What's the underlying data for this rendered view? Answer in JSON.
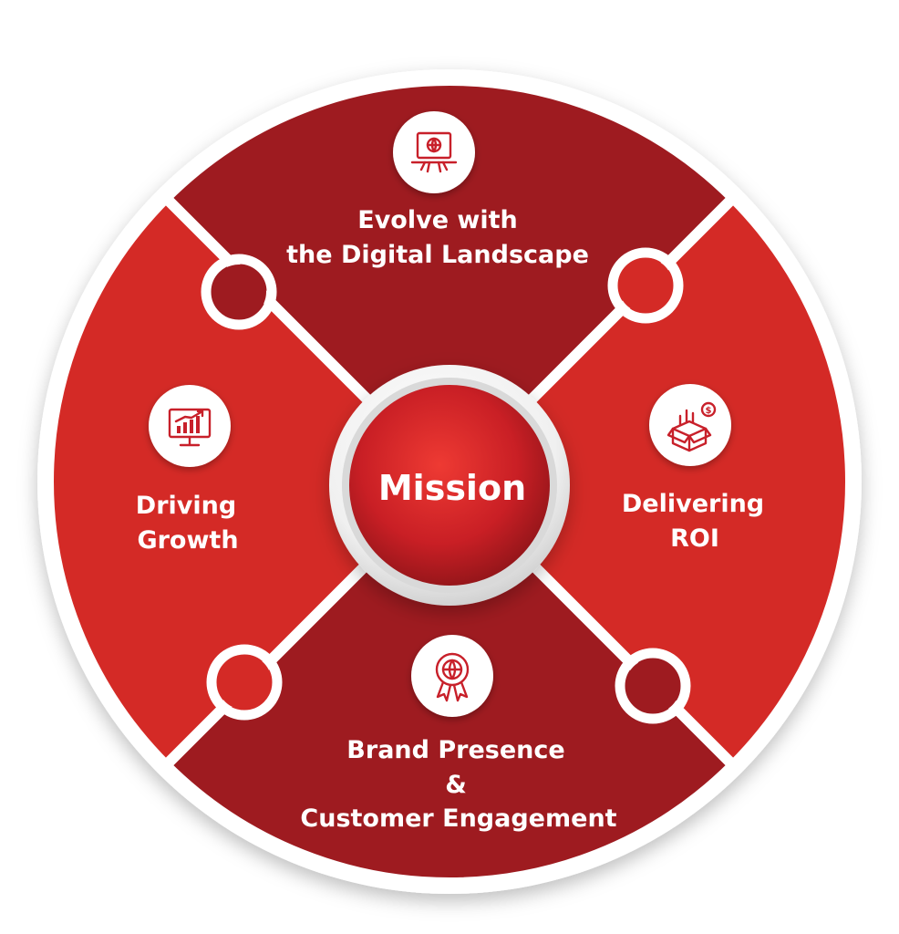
{
  "diagram": {
    "center": {
      "label": "Mission"
    },
    "segments": {
      "top": {
        "line1": "Evolve with",
        "line2": "the Digital Landscape",
        "icon": "laptop-globe-icon"
      },
      "right": {
        "line1": "Delivering",
        "line2": "ROI",
        "icon": "roi-box-icon"
      },
      "bottom": {
        "line1": "Brand Presence",
        "line2": "&",
        "line3": "Customer Engagement",
        "icon": "globe-award-icon"
      },
      "left": {
        "line1": "Driving",
        "line2": "Growth",
        "icon": "monitor-chart-icon"
      }
    },
    "colors": {
      "top_bottom_fill": "#9e1b20",
      "left_right_fill": "#d42a26",
      "divider": "#ffffff",
      "center_highlight": "#e8312d",
      "center_shadow": "#8c1418"
    }
  }
}
